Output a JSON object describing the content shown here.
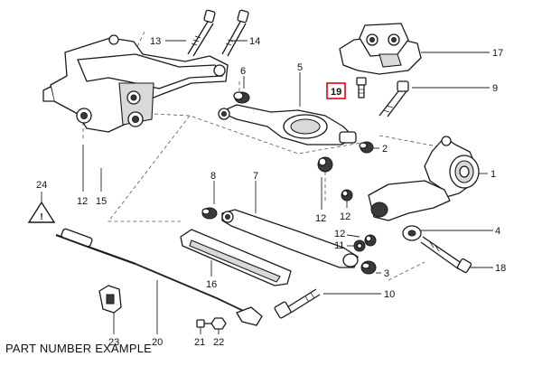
{
  "caption": "PART NUMBER EXAMPLE",
  "highlight_color": "#e0001a",
  "labels": {
    "l1": "1",
    "l2": "2",
    "l3": "3",
    "l4": "4",
    "l5": "5",
    "l6": "6",
    "l7": "7",
    "l8": "8",
    "l9": "9",
    "l10": "10",
    "l11": "11",
    "l12": "12",
    "l12b": "12",
    "l12c": "12",
    "l12d": "12",
    "l13": "13",
    "l14": "14",
    "l15": "15",
    "l16": "16",
    "l17": "17",
    "l18": "18",
    "l19": "19",
    "l20": "20",
    "l21": "21",
    "l22": "22",
    "l23": "23",
    "l24": "24",
    "warning_symbol": "!"
  }
}
